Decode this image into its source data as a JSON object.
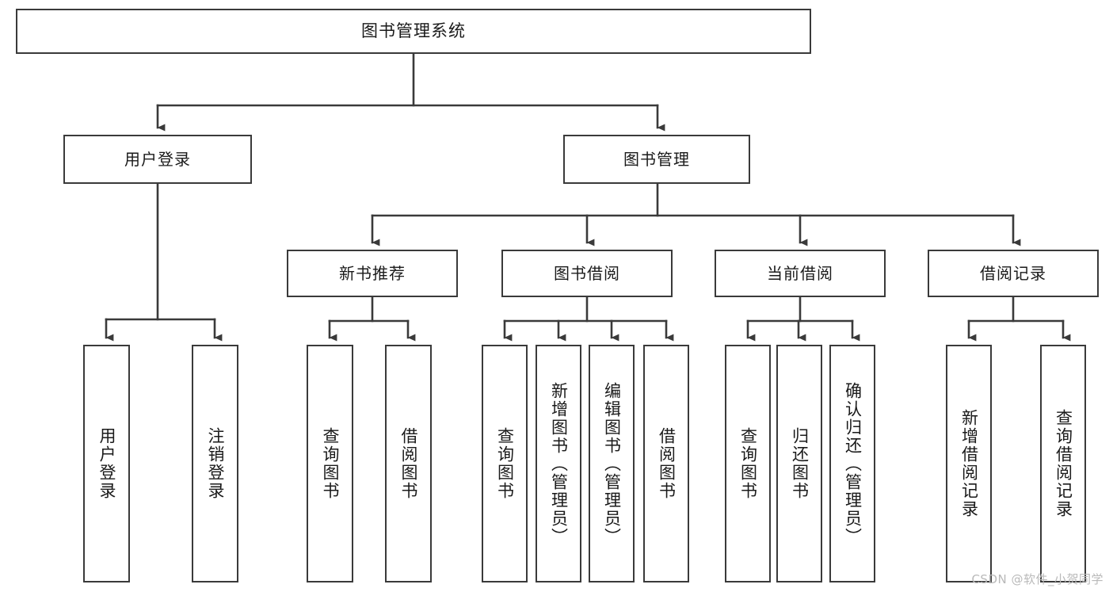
{
  "diagram": {
    "type": "tree-hierarchy",
    "title": "图书管理系统",
    "levels": 4,
    "colors": {
      "stroke": "#3a3a3a",
      "fill": "#ffffff",
      "text": "#1a1a1a",
      "watermark": "#b9b9b9"
    },
    "nodes": {
      "root": {
        "label": "图书管理系统"
      },
      "level2": [
        {
          "label": "用户登录"
        },
        {
          "label": "图书管理"
        }
      ],
      "level3": [
        {
          "label": "新书推荐"
        },
        {
          "label": "图书借阅"
        },
        {
          "label": "当前借阅"
        },
        {
          "label": "借阅记录"
        }
      ],
      "leaves_user_login": [
        {
          "label": "用户登录"
        },
        {
          "label": "注销登录"
        }
      ],
      "leaves_new_book": [
        {
          "label": "查询图书"
        },
        {
          "label": "借阅图书"
        }
      ],
      "leaves_borrow": [
        {
          "label": "查询图书"
        },
        {
          "label": "新增图书（管理员）"
        },
        {
          "label": "编辑图书（管理员）"
        },
        {
          "label": "借阅图书"
        }
      ],
      "leaves_current": [
        {
          "label": "查询图书"
        },
        {
          "label": "归还图书"
        },
        {
          "label": "确认归还（管理员）"
        }
      ],
      "leaves_records": [
        {
          "label": "新增借阅记录"
        },
        {
          "label": "查询借阅记录"
        }
      ]
    },
    "watermark": "CSDN @软件_小贺同学"
  }
}
